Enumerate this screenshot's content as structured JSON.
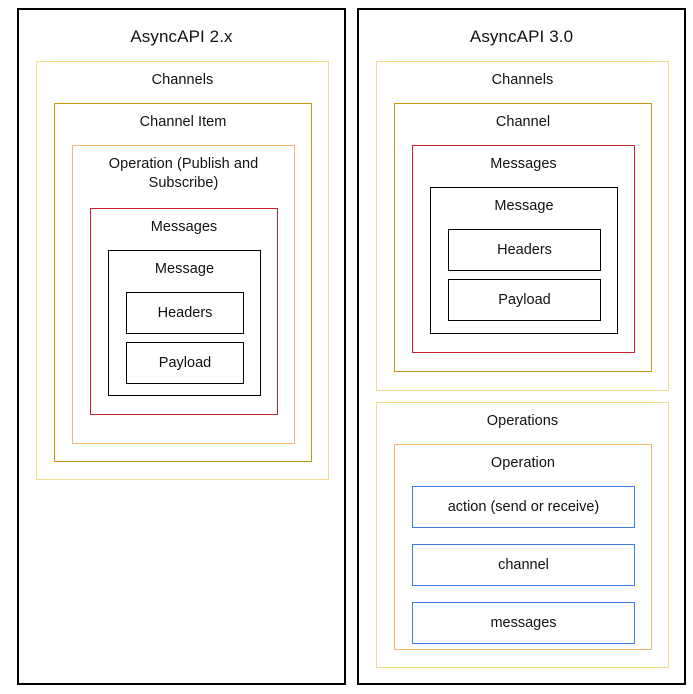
{
  "diagram": {
    "title_left": "AsyncAPI 2.x",
    "title_right": "AsyncAPI 3.0"
  },
  "colors": {
    "panel_border": "#000000",
    "yellow": "#f5dc8a",
    "gold": "#c49a10",
    "orange": "#f4b873",
    "red": "#cc2229",
    "black": "#000000",
    "blue": "#3d7fe0",
    "background": "#ffffff",
    "text": "#111111"
  },
  "left": {
    "title": "AsyncAPI 2.x",
    "channels": "Channels",
    "channel_item": "Channel Item",
    "operation": "Operation (Publish and Subscribe)",
    "messages": "Messages",
    "message": "Message",
    "headers": "Headers",
    "payload": "Payload"
  },
  "right": {
    "title": "AsyncAPI 3.0",
    "channels": "Channels",
    "channel": "Channel",
    "messages": "Messages",
    "message": "Message",
    "headers": "Headers",
    "payload": "Payload",
    "operations": "Operations",
    "operation": "Operation",
    "action": "action (send or receive)",
    "channel_field": "channel",
    "messages_field": "messages"
  }
}
